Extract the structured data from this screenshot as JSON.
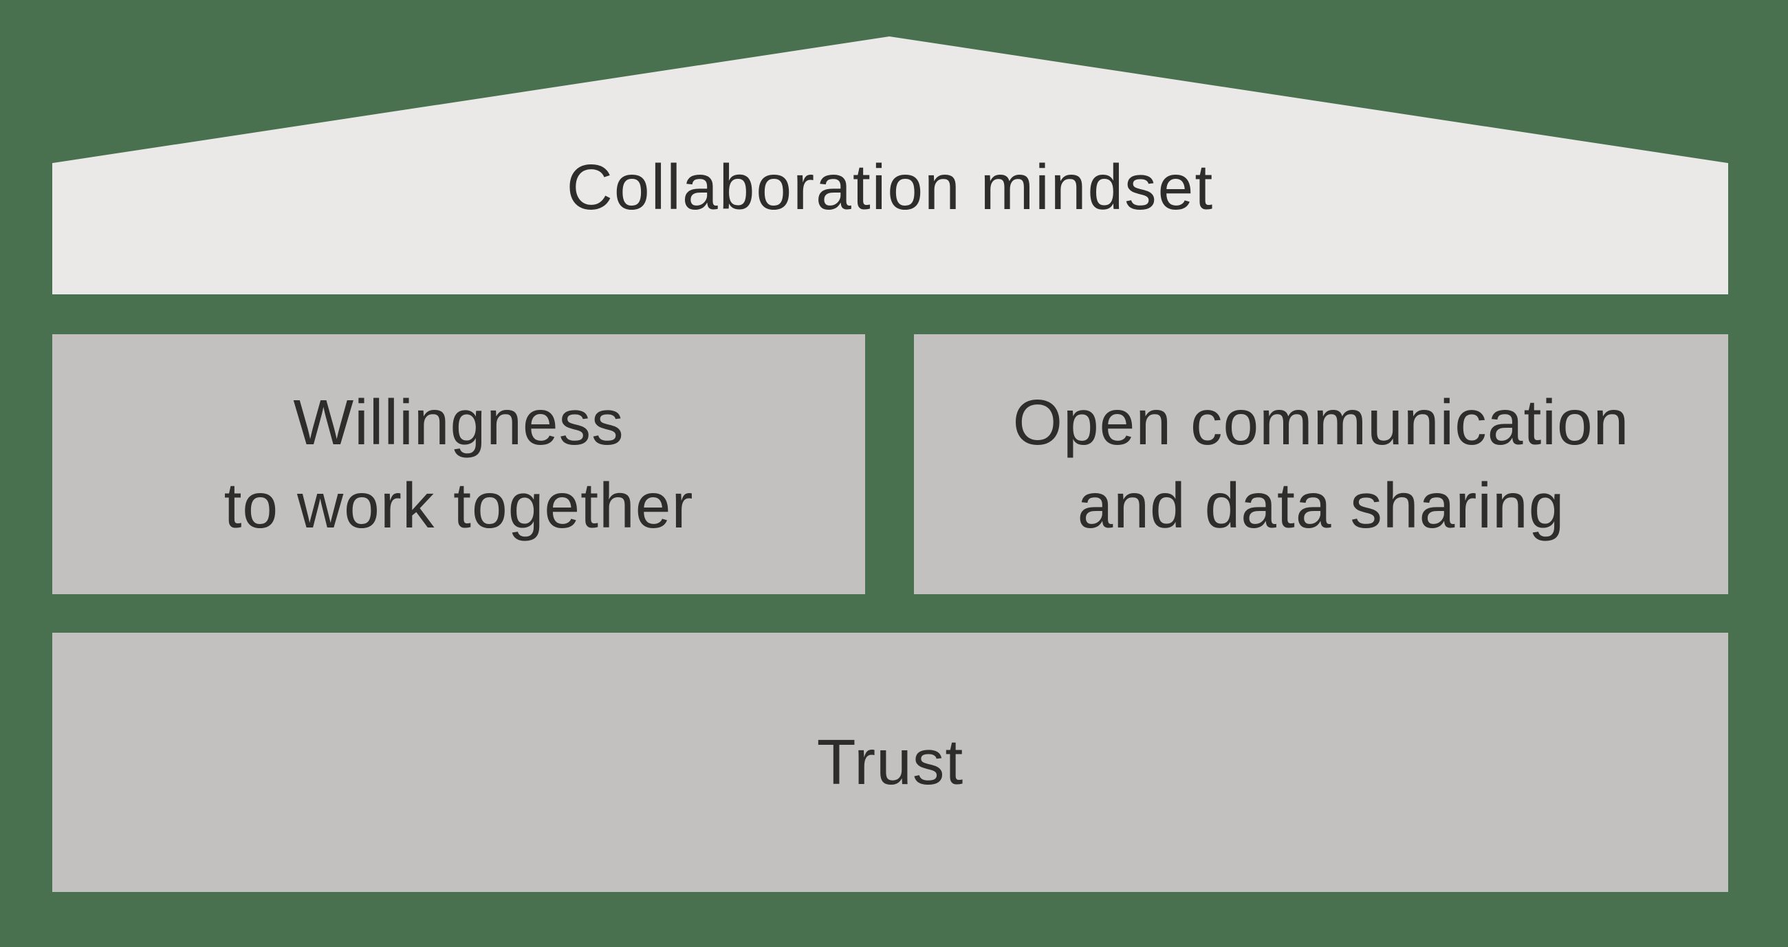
{
  "page": {
    "background_color": "#49714F",
    "text_color": "#2E2D2B"
  },
  "diagram": {
    "type": "house-model",
    "roof": {
      "label": "Collaboration mindset",
      "fill": "#EAE9E7"
    },
    "pillars": [
      {
        "label": "Willingness to work together",
        "lines": [
          "Willingness",
          "to work together"
        ],
        "fill": "#C2C1BF"
      },
      {
        "label": "Open communication and data sharing",
        "lines": [
          "Open communication",
          "and data sharing"
        ],
        "fill": "#C2C1BF"
      }
    ],
    "foundation": {
      "label": "Trust",
      "fill": "#C2C1BF"
    }
  }
}
